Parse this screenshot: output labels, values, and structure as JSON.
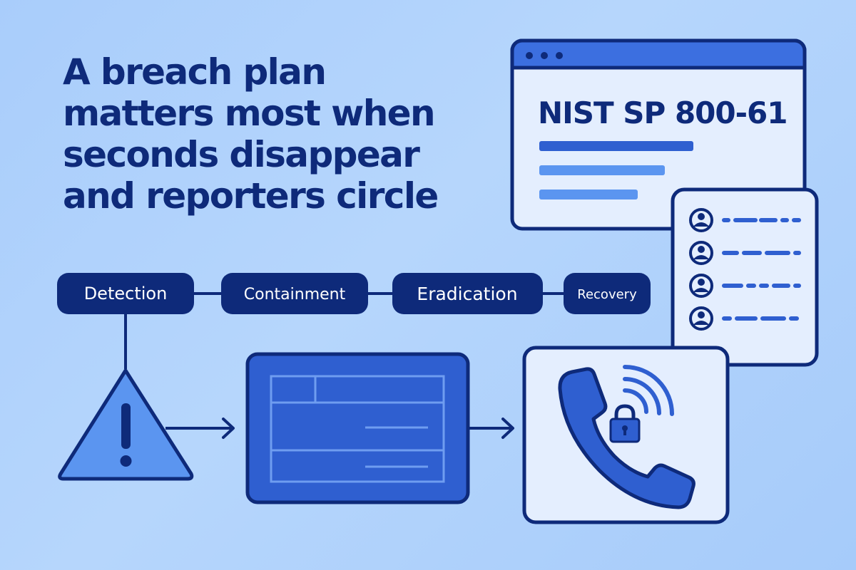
{
  "headline": {
    "lines": [
      "A breach plan",
      "matters most when",
      "seconds disappear",
      "and reporters circle"
    ]
  },
  "document_window": {
    "title": "NIST SP 800-61"
  },
  "phases": [
    {
      "label": "Detection"
    },
    {
      "label": "Containment"
    },
    {
      "label": "Eradication"
    },
    {
      "label": "Recovery"
    }
  ],
  "icons": {
    "warning": "warning-triangle-icon",
    "console": "dashboard-screen-icon",
    "phone": "phone-icon",
    "lock": "padlock-icon",
    "signal": "signal-waves-icon",
    "contacts": "contact-list-icon",
    "person": "person-icon"
  },
  "colors": {
    "background": "#b3d4fb",
    "navy": "#0e2a7a",
    "blue": "#2f5fd0",
    "mid_blue": "#3c6fe0",
    "light_blue": "#5b95f0",
    "panel": "#e4eefe"
  }
}
